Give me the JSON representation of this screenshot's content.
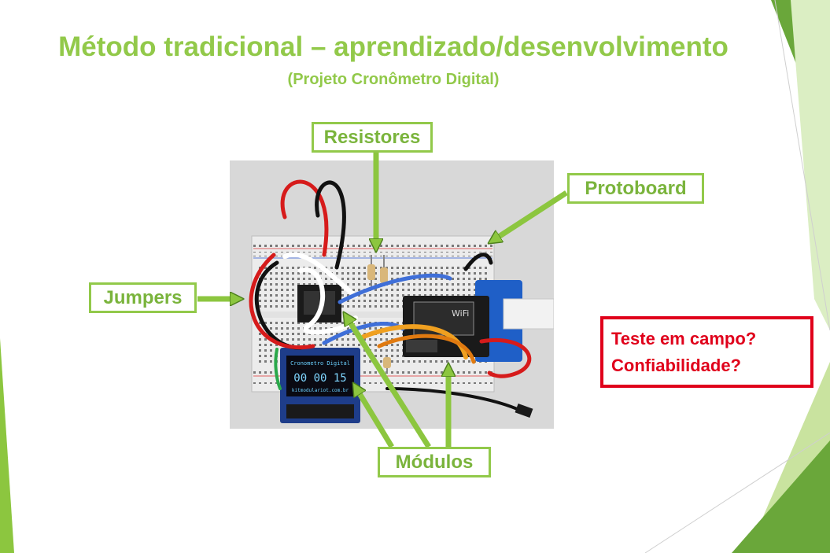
{
  "slide": {
    "title": "Método tradicional – aprendizado/desenvolvimento",
    "subtitle": "(Projeto Cronômetro Digital)"
  },
  "labels": {
    "resistores": "Resistores",
    "protoboard": "Protoboard",
    "jumpers": "Jumpers",
    "modulos": "Módulos"
  },
  "photo": {
    "oled_title": "Cronometro Digital",
    "oled_time": "00 00 15",
    "oled_footer": "kitmodulariot.com.br",
    "board_chip_label": "WiFi"
  },
  "questions": [
    "Teste em campo?",
    "Confiabilidade?"
  ],
  "colors": {
    "accent_green": "#92c94a",
    "label_text_green": "#7ab43c",
    "alert_red": "#e0001b",
    "board_blue": "#1f5fc7"
  }
}
